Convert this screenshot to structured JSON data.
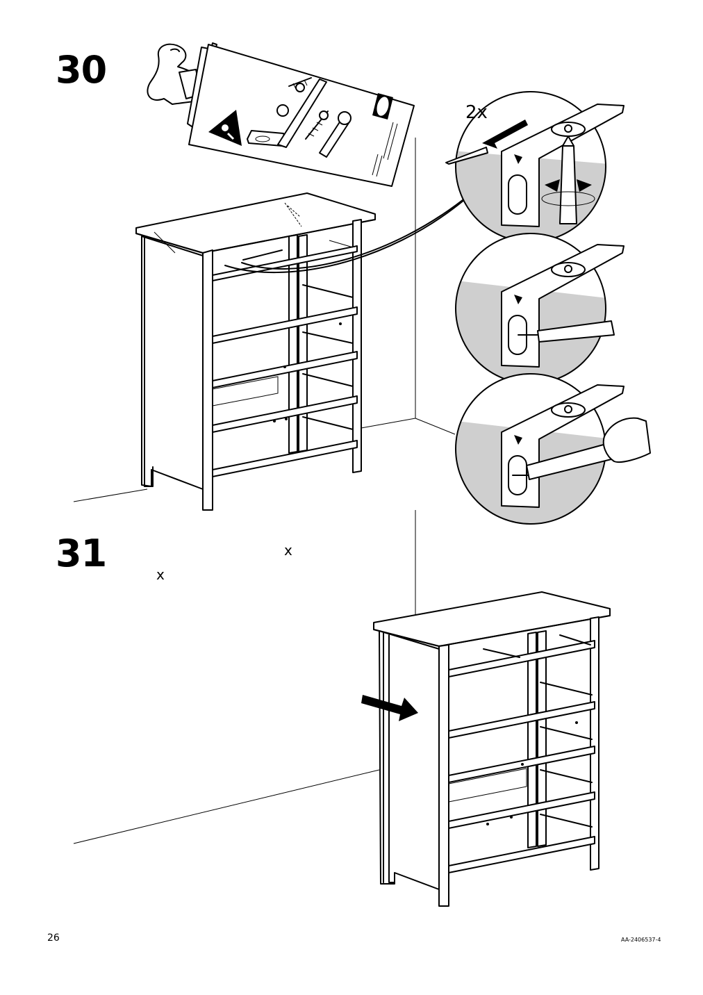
{
  "steps": [
    {
      "number": "30",
      "quantity": "2x"
    },
    {
      "number": "31",
      "x_marks": [
        "x",
        "x"
      ]
    }
  ],
  "footer": {
    "page_number": "26",
    "document_id": "AA-2406537-4"
  },
  "icons": [
    "manual-reading-figure-icon",
    "warning-triangle-icon",
    "ikea-logo",
    "push-arrow-icon"
  ]
}
